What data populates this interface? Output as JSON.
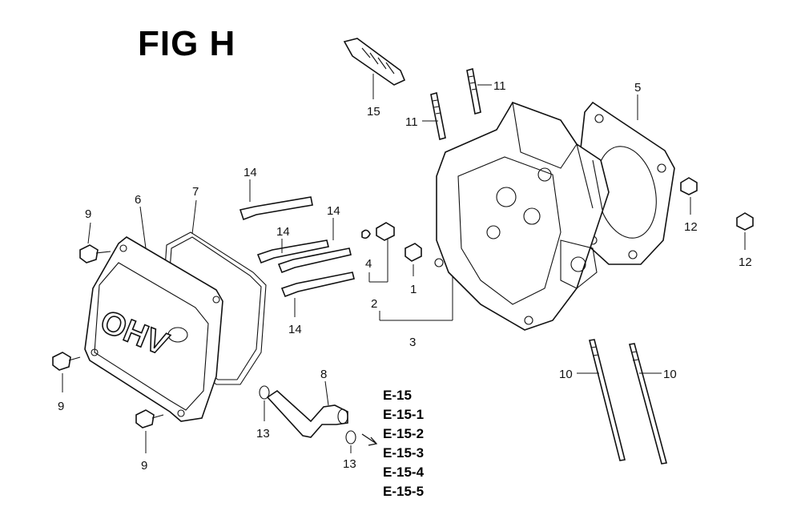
{
  "figure_title": "FIG H",
  "cover_lettering": "OHV",
  "callouts": {
    "c1": "1",
    "c2": "2",
    "c3": "3",
    "c4": "4",
    "c5": "5",
    "c6": "6",
    "c7": "7",
    "c8": "8",
    "c9a": "9",
    "c9b": "9",
    "c9c": "9",
    "c10a": "10",
    "c10b": "10",
    "c11a": "11",
    "c11b": "11",
    "c12a": "12",
    "c12b": "12",
    "c13a": "13",
    "c13b": "13",
    "c14a": "14",
    "c14b": "14",
    "c14c": "14",
    "c14d": "14",
    "c15": "15"
  },
  "references": [
    "E-15",
    "E-15-1",
    "E-15-2",
    "E-15-3",
    "E-15-4",
    "E-15-5"
  ]
}
